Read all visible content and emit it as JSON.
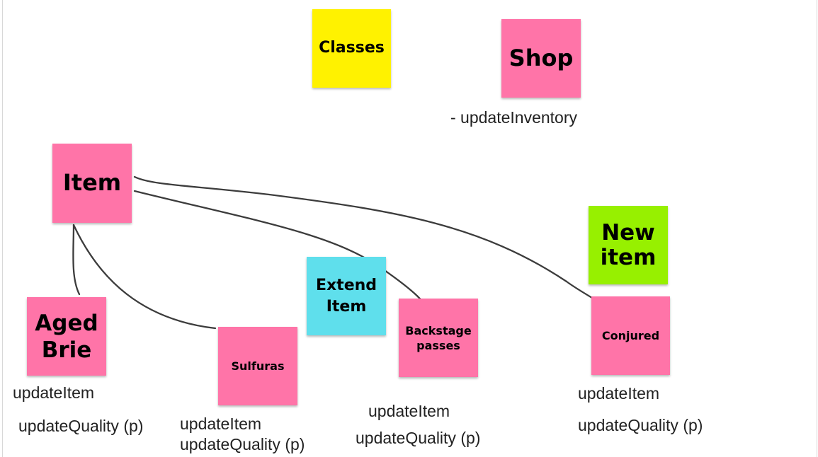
{
  "notes": {
    "classes": "Classes",
    "shop": "Shop",
    "item": "Item",
    "new_item": "New item",
    "extend_item": "Extend Item",
    "aged_brie": "Aged Brie",
    "sulfuras": "Sulfuras",
    "backstage": "Backstage passes",
    "conjured": "Conjured"
  },
  "labels": {
    "shop_method": "- updateInventory",
    "aged_brie_methods": [
      "updateItem",
      "updateQuality (p)"
    ],
    "sulfuras_methods": [
      "updateItem",
      "updateQuality (p)"
    ],
    "backstage_methods": [
      "updateItem",
      "updateQuality (p)"
    ],
    "conjured_methods": [
      "updateItem",
      "updateQuality (p)"
    ]
  },
  "colors": {
    "pink": "#ff74a8",
    "yellow": "#fff200",
    "cyan": "#5fdfec",
    "green": "#97f000",
    "connector": "#3c3c3c"
  },
  "connections": [
    {
      "from": "Item",
      "to": "Aged Brie"
    },
    {
      "from": "Item",
      "to": "Sulfuras"
    },
    {
      "from": "Item",
      "to": "Backstage passes"
    },
    {
      "from": "Item",
      "to": "Conjured"
    }
  ]
}
